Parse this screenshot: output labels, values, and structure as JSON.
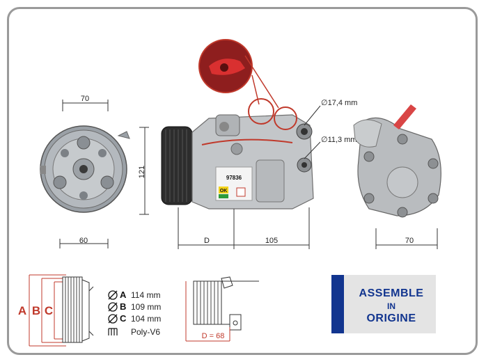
{
  "dimensions": {
    "front_width": "70",
    "front_height": "121",
    "front_bottom": "60",
    "side_d": "D",
    "side_length": "105",
    "rear_width": "70",
    "port_large": "∅17,4 mm",
    "port_small": "∅11,3 mm"
  },
  "pulley_labels": {
    "a": "A",
    "b": "B",
    "c": "C"
  },
  "pulley_specs": [
    {
      "letter": "A",
      "value": "114 mm"
    },
    {
      "letter": "B",
      "value": "109 mm"
    },
    {
      "letter": "C",
      "value": "104 mm"
    }
  ],
  "belt_type": "Poly-V6",
  "d_measure": "D = 68",
  "badge": {
    "line1": "ASSEMBLE",
    "line2": "IN",
    "line3": "ORIGINE"
  },
  "label_sticker": {
    "number": "97836",
    "ok": "OK"
  },
  "colors": {
    "frame": "#9a9a9a",
    "accent_red": "#c0392b",
    "badge_blue": "#12358f",
    "badge_bg": "#e4e4e4"
  }
}
